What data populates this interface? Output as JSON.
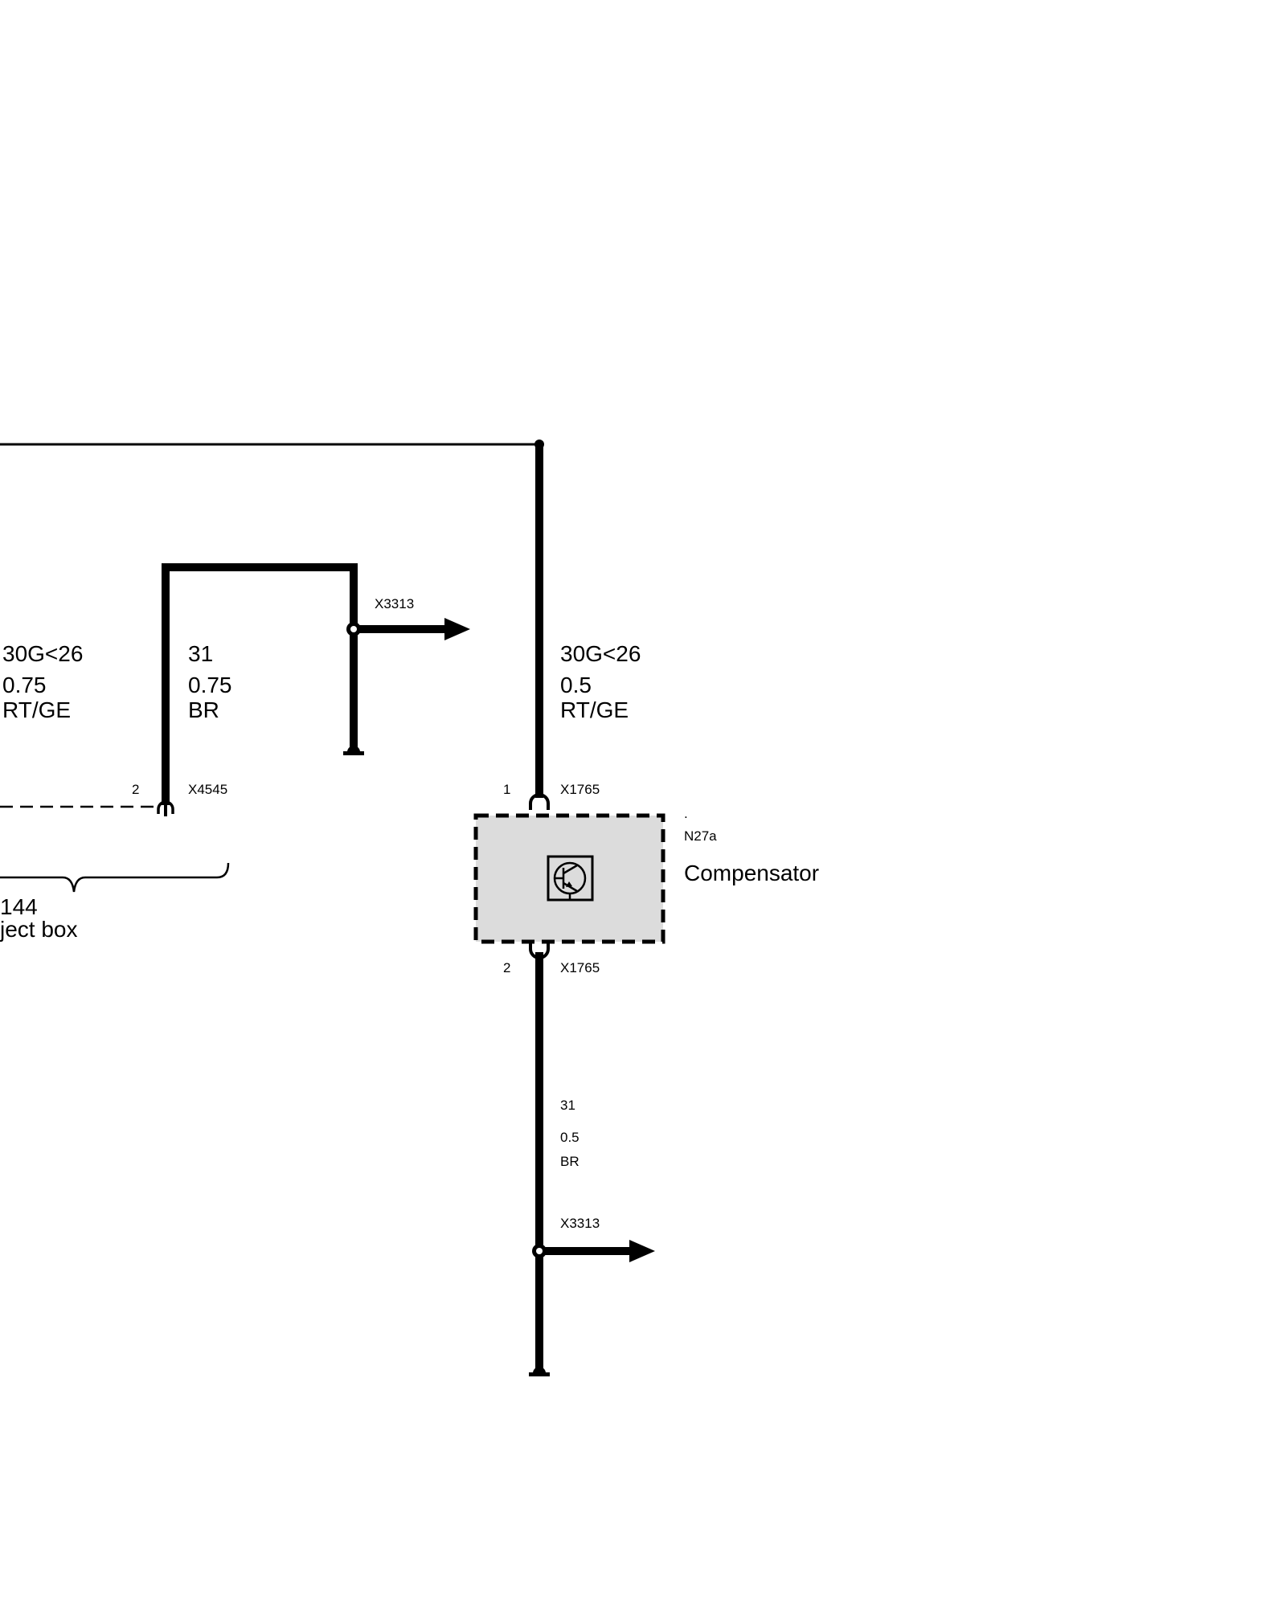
{
  "left_wire": {
    "signal": "30G<26",
    "cross_section": "0.75",
    "color_code": "RT/GE"
  },
  "ground_wire_left": {
    "signal": "31",
    "cross_section": "0.75",
    "color_code": "BR"
  },
  "ground_connector_top": "X3313",
  "connector_x4545": {
    "pin": "2",
    "name": "X4545"
  },
  "junction_box": {
    "number": "144",
    "label": "ject box"
  },
  "right_wire": {
    "signal": "30G<26",
    "cross_section": "0.5",
    "color_code": "RT/GE"
  },
  "connector_x1765_top": {
    "pin": "1",
    "name": "X1765"
  },
  "component": {
    "marker": ".",
    "code": "N27a",
    "name": "Compensator",
    "icon": "transistor-icon"
  },
  "connector_x1765_bottom": {
    "pin": "2",
    "name": "X1765"
  },
  "ground_wire_right": {
    "signal": "31",
    "cross_section": "0.5",
    "color_code": "BR"
  },
  "ground_connector_bottom": "X3313",
  "colors": {
    "wire": "#000000",
    "component_fill": "#dcdcdc"
  }
}
